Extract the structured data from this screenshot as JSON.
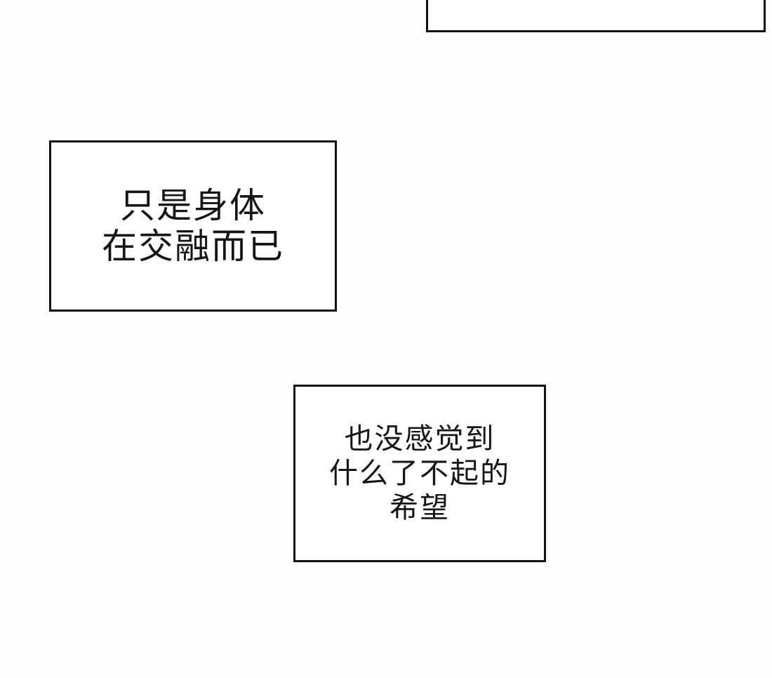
{
  "page": {
    "background_color": "#fffefd",
    "box_background_color": "#ffffff",
    "box_border_color": "#111111",
    "text_color": "#151515"
  },
  "boxes": [
    {
      "name": "caption-box-top-partial",
      "lines": []
    },
    {
      "name": "caption-box-left",
      "lines": [
        "只是身体",
        "在交融而已"
      ]
    },
    {
      "name": "caption-box-bottom",
      "lines": [
        "也没感觉到",
        "什么了不起的",
        "希望"
      ]
    }
  ]
}
